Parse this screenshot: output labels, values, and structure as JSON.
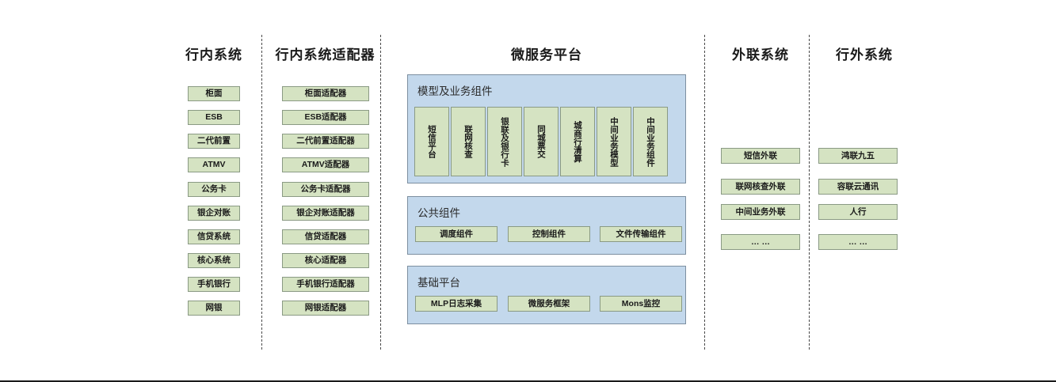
{
  "colors": {
    "node_fill": "#d5e3c2",
    "node_border": "#8a9a84",
    "panel_fill": "#c3d8ec",
    "panel_border": "#7d8fa0",
    "divider": "#4a4a4a",
    "text": "#1a1a1a",
    "background": "#ffffff"
  },
  "columns": [
    {
      "id": "intra-bank-systems",
      "header": "行内系统",
      "nodes": [
        "柜面",
        "ESB",
        "二代前置",
        "ATMV",
        "公务卡",
        "银企对账",
        "信贷系统",
        "核心系统",
        "手机银行",
        "网银"
      ]
    },
    {
      "id": "intra-bank-adapters",
      "header": "行内系统适配器",
      "nodes": [
        "柜面适配器",
        "ESB适配器",
        "二代前置适配器",
        "ATMV适配器",
        "公务卡适配器",
        "银企对账适配器",
        "信贷适配器",
        "核心适配器",
        "手机银行适配器",
        "网银适配器"
      ]
    },
    {
      "id": "external-link-systems",
      "header": "外联系统",
      "nodes": [
        "短信外联",
        "联网核查外联",
        "中间业务外联",
        "… …"
      ]
    },
    {
      "id": "outside-bank-systems",
      "header": "行外系统",
      "nodes": [
        "鸿联九五",
        "容联云通讯",
        "人行",
        "… …"
      ]
    }
  ],
  "platform": {
    "header": "微服务平台",
    "groups": [
      {
        "id": "model-business-components",
        "title": "模型及业务组件",
        "orientation": "vertical",
        "nodes": [
          "短信平台",
          "联网核查",
          "银联及银行卡",
          "同城票交",
          "城商行清算",
          "中间业务模型",
          "中间业务组件"
        ]
      },
      {
        "id": "public-components",
        "title": "公共组件",
        "orientation": "horizontal",
        "nodes": [
          "调度组件",
          "控制组件",
          "文件传输组件"
        ]
      },
      {
        "id": "base-platform",
        "title": "基础平台",
        "orientation": "horizontal",
        "nodes": [
          "MLP日志采集",
          "微服务框架",
          "Mons监控"
        ]
      }
    ]
  }
}
